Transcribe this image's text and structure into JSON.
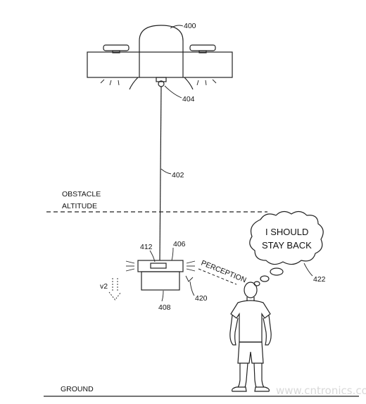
{
  "labels": {
    "ref_400": "400",
    "ref_404": "404",
    "ref_402": "402",
    "ref_412": "412",
    "ref_406": "406",
    "ref_408": "408",
    "ref_420": "420",
    "ref_422": "422",
    "v2": "v2",
    "obstacle_line1": "OBSTACLE",
    "obstacle_line2": "ALTITUDE",
    "perception": "PERCEPTION",
    "ground": "GROUND"
  },
  "thought_bubble": {
    "line1": "I SHOULD",
    "line2": "STAY BACK"
  },
  "watermark": "www.cntronics.com"
}
